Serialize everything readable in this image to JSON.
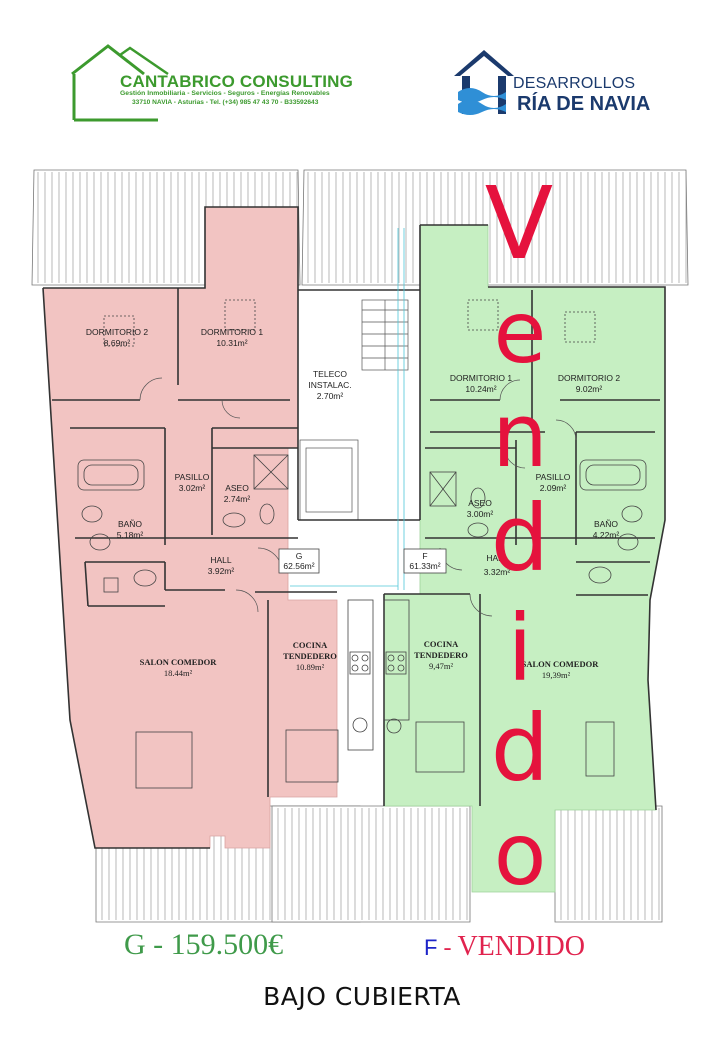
{
  "logos": {
    "left": {
      "name": "CANTABRICO CONSULTING",
      "tagline": "Gestión Inmobiliaria  -  Servicios  -  Seguros  -  Energías Renovables",
      "address": "33710 NAVIA - Asturias - Tel. (+34) 985 47 43 70 - B33592643",
      "color": "#3c9a2e"
    },
    "right": {
      "line1": "DESARROLLOS",
      "line2": "RÍA DE NAVIA",
      "color": "#1b3a6d",
      "wave_color": "#2f8fd6"
    }
  },
  "stamp": {
    "letters": [
      "V",
      "e",
      "n",
      "d",
      "i",
      "d",
      "o"
    ],
    "color": "#e5123d"
  },
  "units": {
    "G": {
      "label": "G",
      "area": "62.56m²",
      "fill": "#f2c4c2"
    },
    "F": {
      "label": "F",
      "area": "61.33m²",
      "fill": "#c6efc2"
    }
  },
  "rooms": {
    "g_dorm2": {
      "name": "DORMITORIO 2",
      "area": "8.69m²"
    },
    "g_dorm1": {
      "name": "DORMITORIO 1",
      "area": "10.31m²"
    },
    "teleco": {
      "name1": "TELECO",
      "name2": "INSTALAC.",
      "area": "2.70m²"
    },
    "g_pasillo": {
      "name": "PASILLO",
      "area": "3.02m²"
    },
    "g_aseo": {
      "name": "ASEO",
      "area": "2.74m²"
    },
    "g_bano": {
      "name": "BAÑO",
      "area": "5.18m²"
    },
    "g_hall": {
      "name": "HALL",
      "area": "3.92m²"
    },
    "g_salon": {
      "name": "SALON COMEDOR",
      "area": "18.44m²"
    },
    "g_cocina": {
      "name1": "COCINA",
      "name2": "TENDEDERO",
      "area": "10.89m²"
    },
    "f_dorm1": {
      "name": "DORMITORIO 1",
      "area": "10.24m²"
    },
    "f_dorm2": {
      "name": "DORMITORIO 2",
      "area": "9.02m²"
    },
    "f_aseo": {
      "name": "ASEO",
      "area": "3.00m²"
    },
    "f_pasillo": {
      "name": "PASILLO",
      "area": "2.09m²"
    },
    "f_bano": {
      "name": "BAÑO",
      "area": "4.22m²"
    },
    "f_hall": {
      "name": "HALL",
      "area": "3.32m²"
    },
    "f_cocina": {
      "name1": "COCINA",
      "name2": "TENDEDERO",
      "area": "9,47m²"
    },
    "f_salon": {
      "name": "SALON COMEDOR",
      "area": "19,39m²"
    }
  },
  "pricing": {
    "g": "G - 159.500€",
    "f_letter": "F",
    "f_dash": " - ",
    "f_status": "VENDIDO",
    "g_color": "#3f9a4a",
    "f_letter_color": "#1d24c8",
    "f_status_color": "#e1234e"
  },
  "floor_title": "BAJO CUBIERTA"
}
